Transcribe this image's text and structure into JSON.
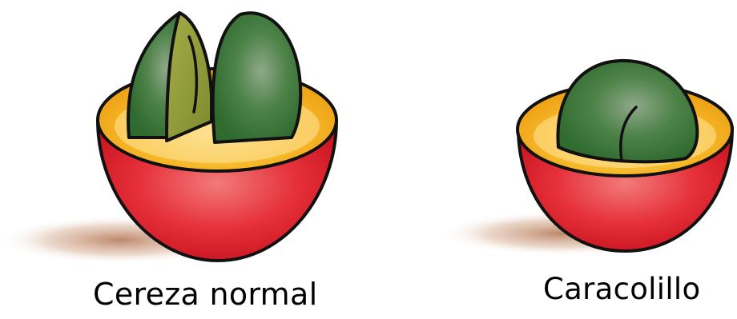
{
  "figures": [
    {
      "label": "Cereza normal",
      "seeds": 2
    },
    {
      "label": "Caracolillo",
      "seeds": 1
    }
  ],
  "colors": {
    "skin": "#e0242e",
    "skin_highlight": "#f27a7a",
    "pulp": "#f2ad1c",
    "pulp_light": "#ffe08a",
    "seed": "#3f7a3c",
    "seed_highlight": "#8fa88a",
    "seed_cut": "#8d9a35",
    "outline": "#111111",
    "shadow": "#a8603a"
  }
}
